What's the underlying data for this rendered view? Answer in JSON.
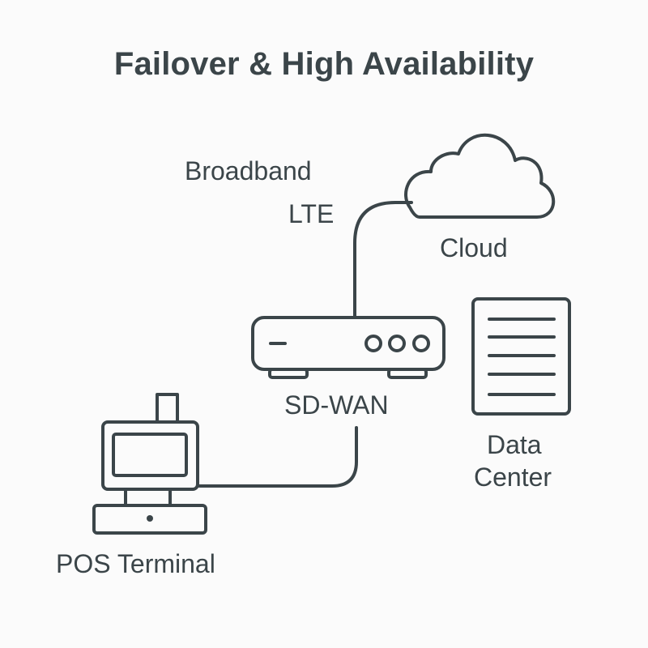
{
  "title": "Failover & High Availability",
  "labels": {
    "broadband": "Broadband",
    "lte": "LTE",
    "cloud": "Cloud",
    "sdwan": "SD-WAN",
    "data_center_line1": "Data",
    "data_center_line2": "Center",
    "pos_terminal": "POS Terminal"
  },
  "icons": {
    "cloud": "cloud-icon",
    "router": "router-icon",
    "server": "server-rack-icon",
    "pos": "pos-terminal-icon"
  },
  "colors": {
    "line": "#3b4549",
    "background": "#fbfbfb"
  }
}
